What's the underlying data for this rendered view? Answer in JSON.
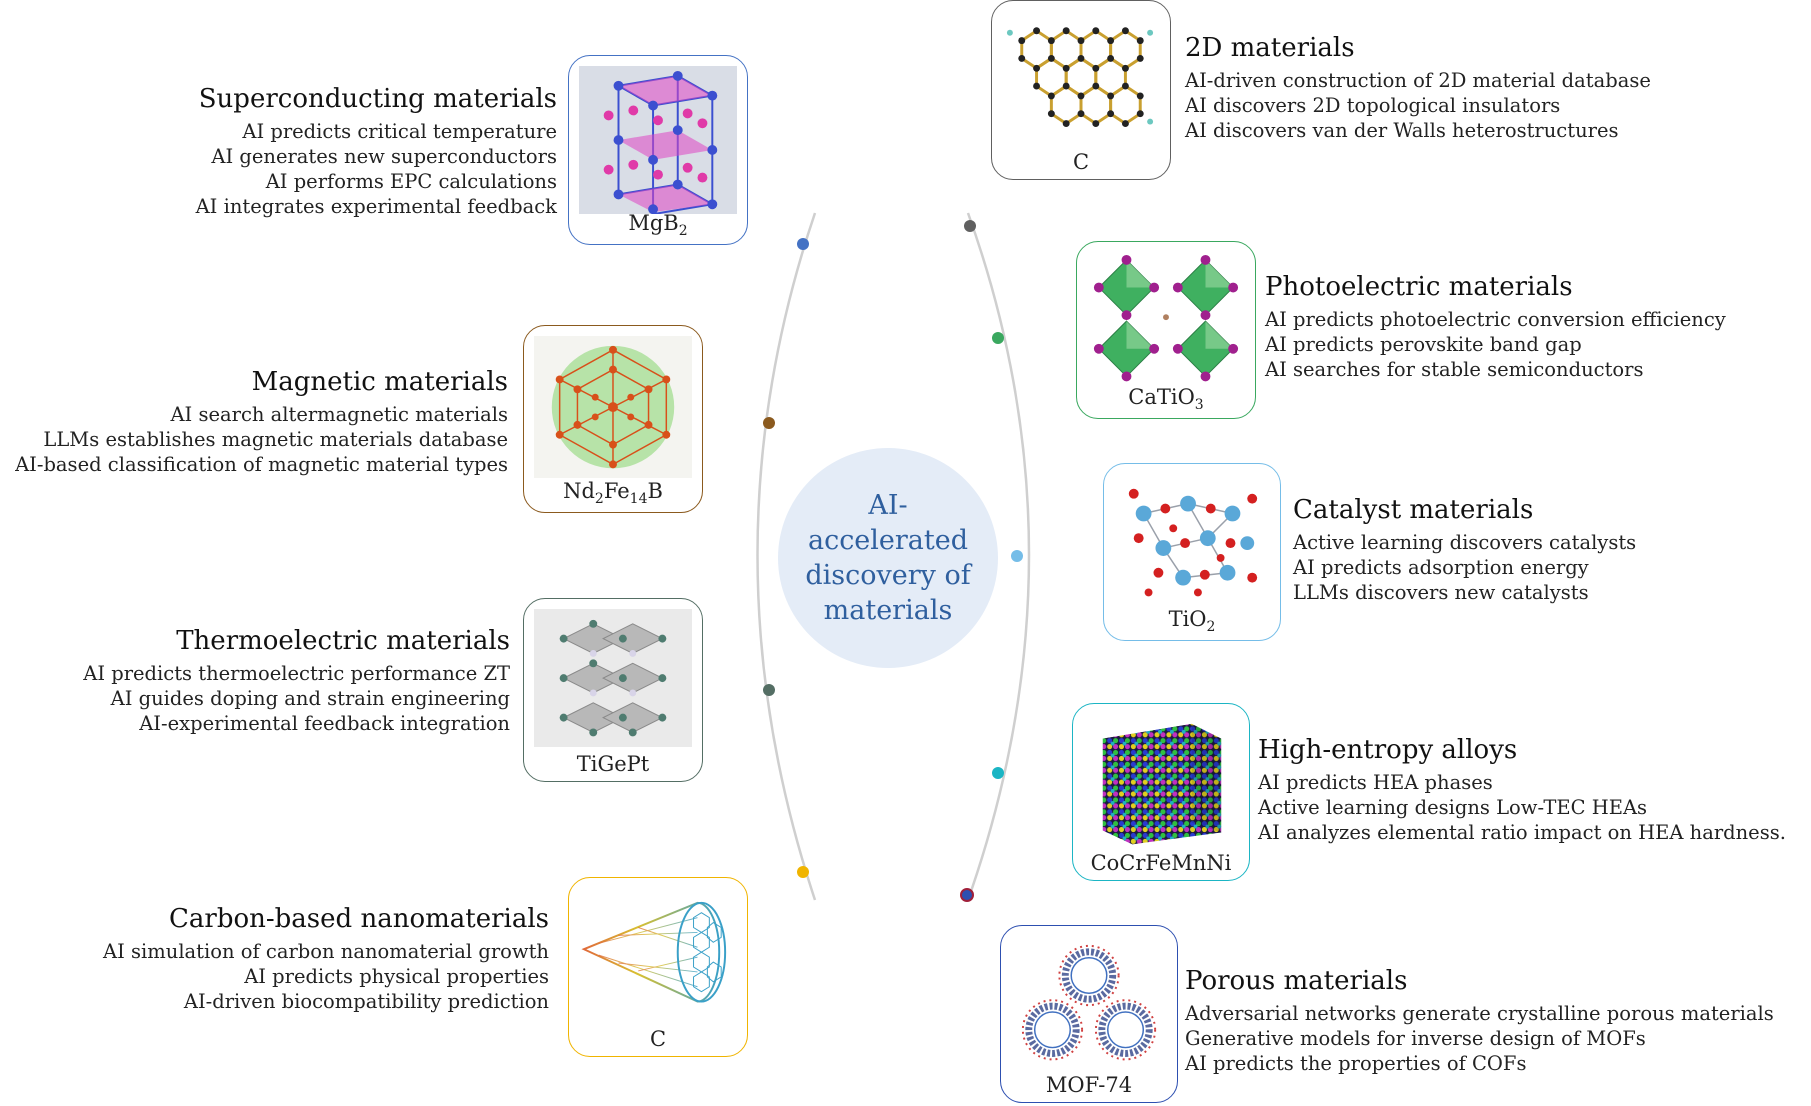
{
  "center": {
    "title": "AI-accelerated discovery of materials"
  },
  "colors": {
    "superconducting": "#4472c4",
    "magnetic": "#8b5a1e",
    "thermoelectric": "#546e64",
    "carbon_nano": "#f0b400",
    "two_d": "#606060",
    "photoelectric": "#3aa85f",
    "catalyst": "#75bde8",
    "hea": "#1bb5c4",
    "porous": "#2d4fb0"
  },
  "left": [
    {
      "key": "superconducting",
      "title": "Superconducting materials",
      "items": [
        "AI predicts critical temperature",
        "AI generates new superconductors",
        "AI performs EPC calculations",
        "AI integrates experimental feedback"
      ],
      "formula": {
        "base": "MgB",
        "sub": "2",
        "tail": ""
      },
      "icon": "mgb2-lattice-icon"
    },
    {
      "key": "magnetic",
      "title": "Magnetic materials",
      "items": [
        "AI search altermagnetic materials",
        "LLMs establishes magnetic materials database",
        "AI-based classification of magnetic material types"
      ],
      "formula": {
        "base": "Nd",
        "sub": "2",
        "tail": "Fe",
        "sub2": "14",
        "tail2": "B"
      },
      "icon": "nd2fe14b-cluster-icon"
    },
    {
      "key": "thermoelectric",
      "title": "Thermoelectric materials",
      "items": [
        "AI predicts thermoelectric performance ZT",
        "AI guides doping and strain engineering",
        "AI-experimental feedback integration"
      ],
      "formula": {
        "base": "TiGePt"
      },
      "icon": "tigept-crystal-icon"
    },
    {
      "key": "carbon_nano",
      "title": "Carbon-based nanomaterials",
      "items": [
        "AI simulation of carbon nanomaterial growth",
        "AI predicts physical properties",
        "AI-driven biocompatibility prediction"
      ],
      "formula": {
        "base": "C"
      },
      "icon": "carbon-nanotube-icon"
    }
  ],
  "right": [
    {
      "key": "two_d",
      "title": "2D materials",
      "items": [
        "AI-driven construction of 2D material database",
        "AI discovers 2D topological insulators",
        "AI discovers van der Walls heterostructures"
      ],
      "formula": {
        "base": "C"
      },
      "icon": "graphene-sheet-icon"
    },
    {
      "key": "photoelectric",
      "title": "Photoelectric materials",
      "items": [
        "AI predicts photoelectric conversion efficiency",
        "AI predicts perovskite band gap",
        "AI searches for stable semiconductors"
      ],
      "formula": {
        "base": "CaTiO",
        "sub": "3"
      },
      "icon": "perovskite-octahedra-icon"
    },
    {
      "key": "catalyst",
      "title": "Catalyst materials",
      "items": [
        "Active learning discovers catalysts",
        "AI predicts adsorption energy",
        "LLMs discovers new catalysts"
      ],
      "formula": {
        "base": "TiO",
        "sub": "2"
      },
      "icon": "tio2-ball-stick-icon"
    },
    {
      "key": "hea",
      "title": "High-entropy alloys",
      "items": [
        "AI predicts HEA phases",
        "Active learning designs Low-TEC HEAs",
        "AI analyzes elemental ratio impact on HEA hardness."
      ],
      "formula": {
        "base": "CoCrFeMnNi"
      },
      "icon": "hea-atom-cube-icon"
    },
    {
      "key": "porous",
      "title": "Porous materials",
      "items": [
        "Adversarial networks generate crystalline porous materials",
        "Generative models for inverse design of MOFs",
        "AI predicts the properties of COFs"
      ],
      "formula": {
        "base": "MOF-74"
      },
      "icon": "mof-framework-icon"
    }
  ]
}
